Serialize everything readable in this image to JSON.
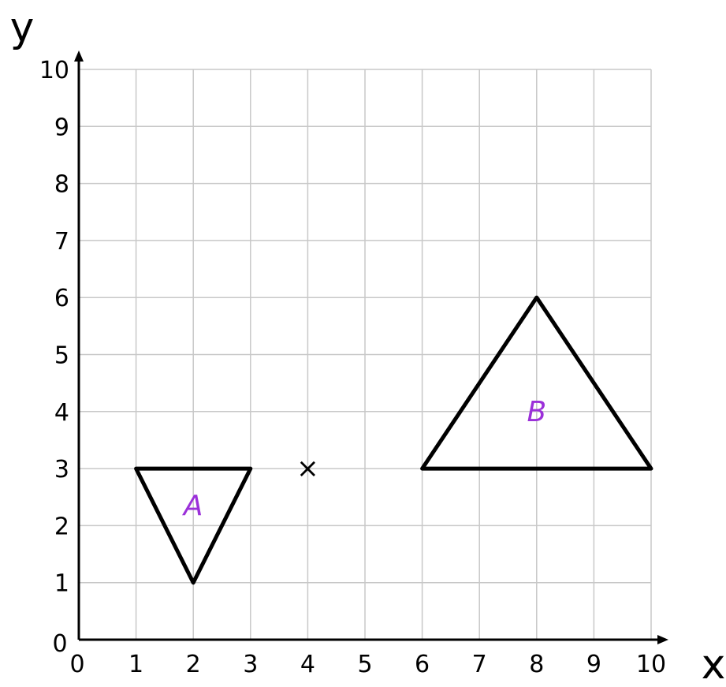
{
  "diagram": {
    "axes": {
      "x_label": "x",
      "y_label": "y",
      "x_range": [
        0,
        10
      ],
      "y_range": [
        0,
        10
      ],
      "x_ticks": [
        "1",
        "2",
        "3",
        "4",
        "5",
        "6",
        "7",
        "8",
        "9",
        "10"
      ],
      "y_ticks": [
        "1",
        "2",
        "3",
        "4",
        "5",
        "6",
        "7",
        "8",
        "9",
        "10"
      ],
      "x_origin_label": "0",
      "y_origin_label": "0",
      "grid": true
    },
    "shapes": [
      {
        "id": "A",
        "label": "A",
        "vertices": [
          [
            1,
            3
          ],
          [
            3,
            3
          ],
          [
            2,
            1
          ]
        ],
        "label_position": [
          2,
          2.35
        ]
      },
      {
        "id": "B",
        "label": "B",
        "vertices": [
          [
            6,
            3
          ],
          [
            10,
            3
          ],
          [
            8,
            6
          ]
        ],
        "label_position": [
          8,
          4
        ]
      }
    ],
    "marker": {
      "label": "×",
      "point": [
        4,
        3
      ]
    },
    "colors": {
      "shape_stroke": "#000000",
      "label": "#9b30d9",
      "grid": "#c8c8c8",
      "axis": "#000000"
    }
  }
}
